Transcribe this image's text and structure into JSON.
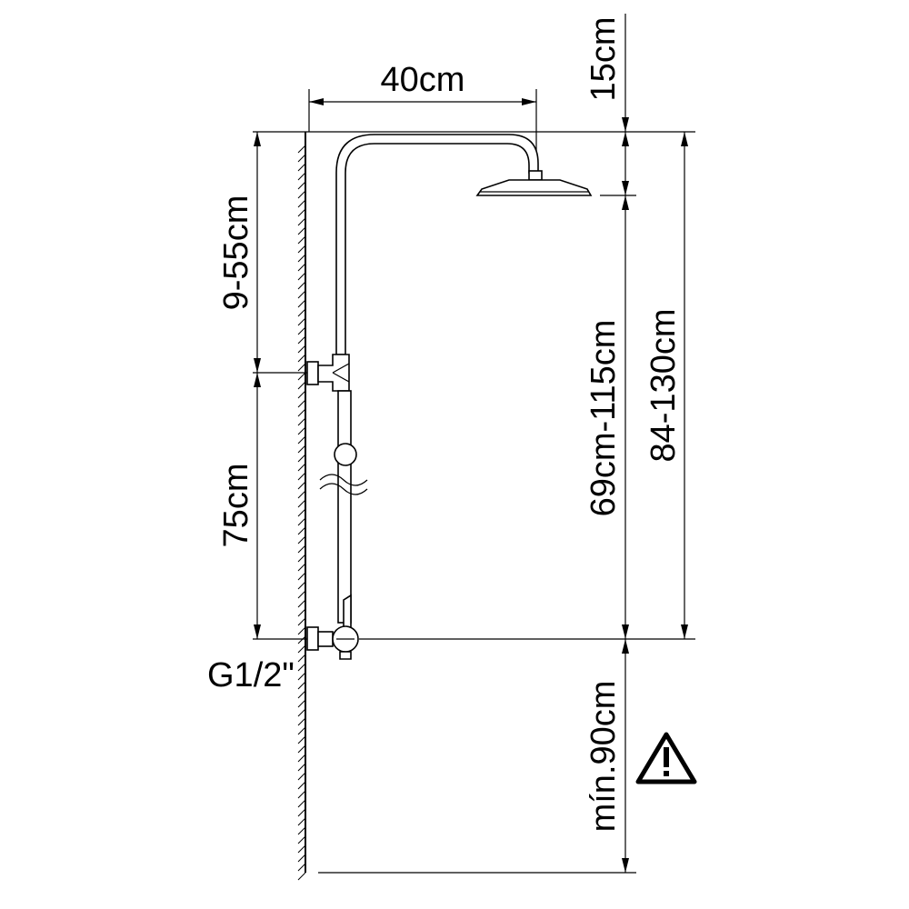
{
  "labels": {
    "top_width": "40cm",
    "top_offset": "15cm",
    "left_upper": "9-55cm",
    "left_lower": "75cm",
    "right_middle": "69cm-115cm",
    "right_outer": "84-130cm",
    "bottom_right": "mín.90cm",
    "inlet": "G1/2\""
  },
  "icons": {
    "warning": "warning-triangle-icon"
  },
  "colors": {
    "line": "#000000",
    "background": "#ffffff"
  }
}
